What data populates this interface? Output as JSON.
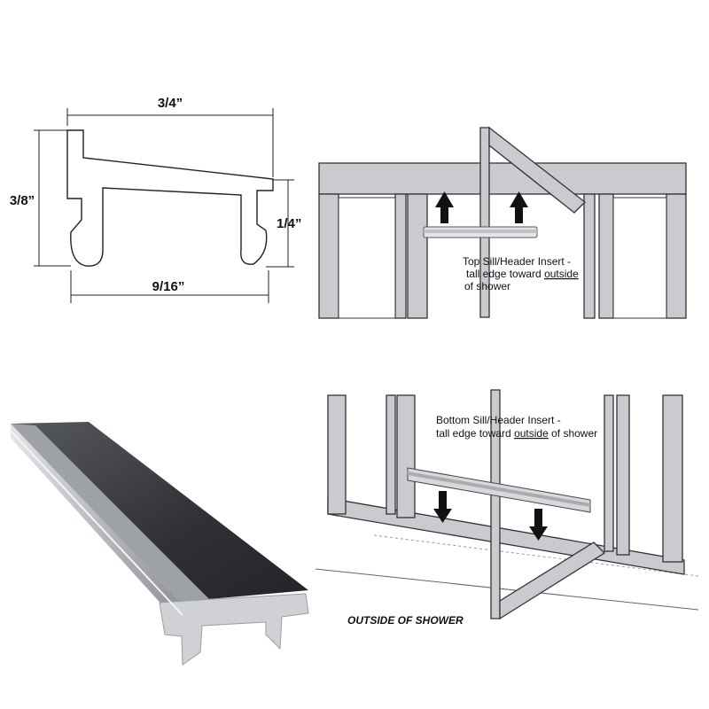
{
  "profile": {
    "width_top": "3/4”",
    "height_left": "3/8”",
    "height_right": "1/4”",
    "width_bottom": "9/16”"
  },
  "top_diagram": {
    "note_line1": "Top Sill/Header Insert -",
    "note_line2_pre": "tall edge toward ",
    "note_line2_emph": "outside",
    "note_line3": "of shower"
  },
  "bottom_diagram": {
    "note_line1": "Bottom Sill/Header Insert -",
    "note_line2_pre": "tall edge toward ",
    "note_line2_emph": "outside",
    "note_line2_post": " of shower",
    "caption": "OUTSIDE OF SHOWER"
  },
  "colors": {
    "frame_fill": "#c9cbd0",
    "frame_stroke": "#333333",
    "metal_dark": "#3a3c40",
    "metal_light": "#d8dadd"
  }
}
